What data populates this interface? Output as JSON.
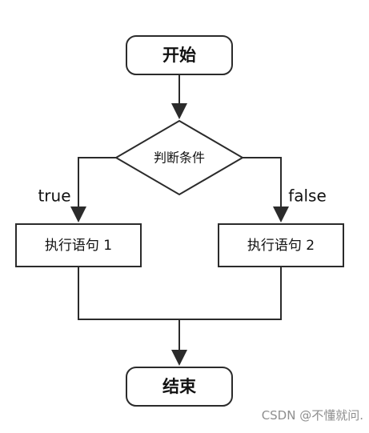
{
  "diagram": {
    "nodes": {
      "start": {
        "label": "开始"
      },
      "condition": {
        "label": "判断条件"
      },
      "action_true": {
        "label": "执行语句 1"
      },
      "action_false": {
        "label": "执行语句 2"
      },
      "end": {
        "label": "结束"
      }
    },
    "edges": {
      "true_label": "true",
      "false_label": "false"
    }
  },
  "watermark": {
    "text": "CSDN @不懂就问."
  },
  "colors": {
    "stroke": "#2b2b2b",
    "background": "#ffffff",
    "watermark": "#8e8e8e"
  }
}
